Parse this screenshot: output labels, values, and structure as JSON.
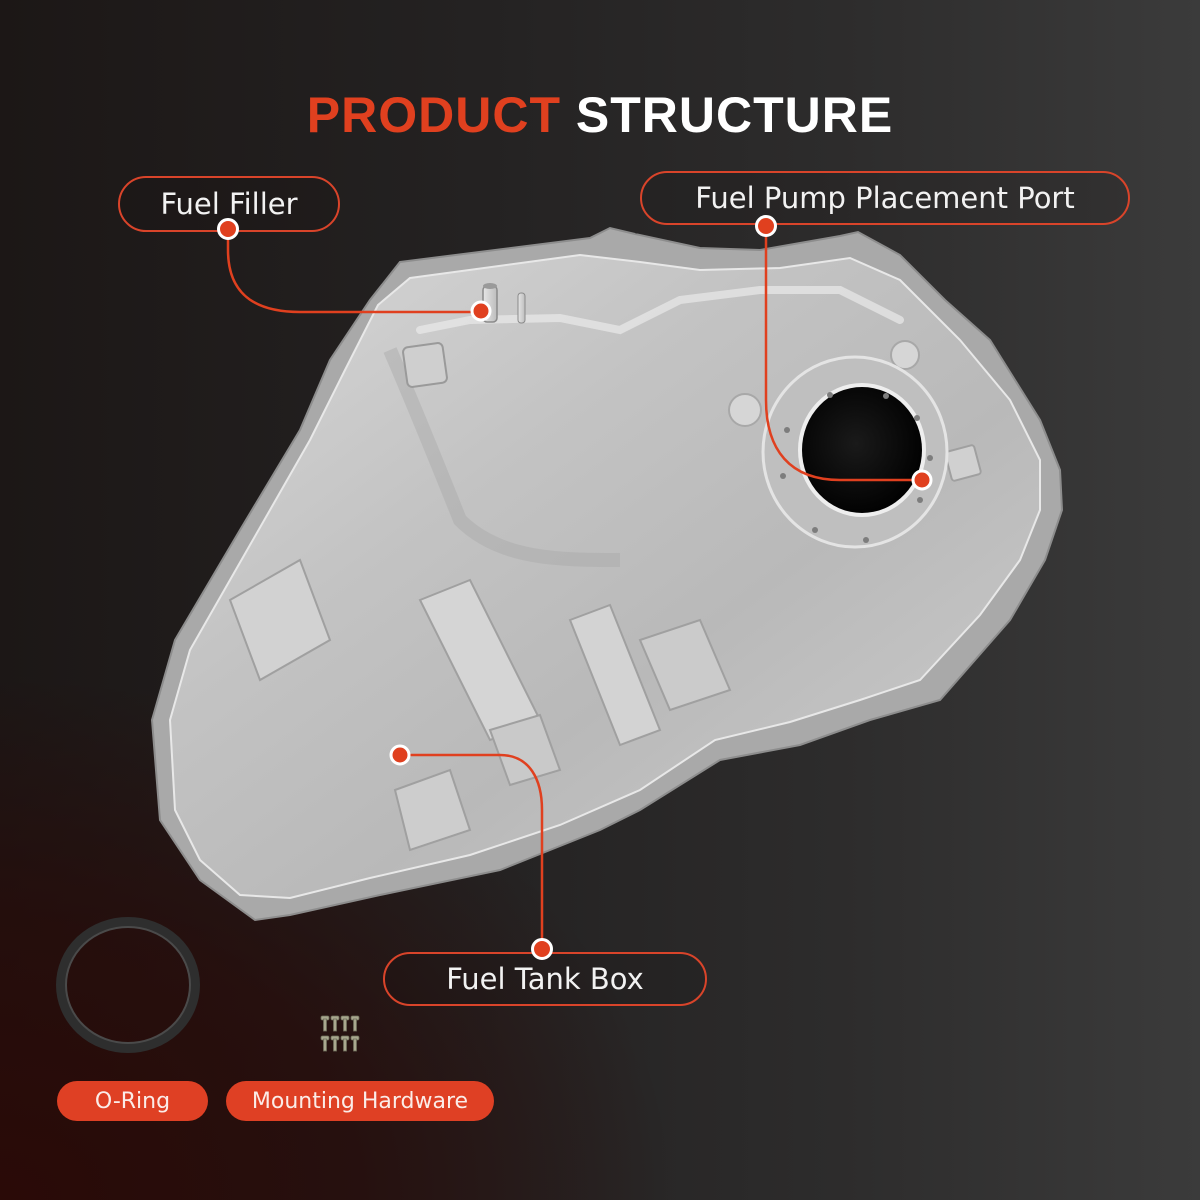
{
  "title": {
    "accent": "PRODUCT",
    "plain": "STRUCTURE"
  },
  "colors": {
    "accent": "#e0401f",
    "callout_border": "#d9442a",
    "text": "#f2f2f2",
    "tank_metal": "#c9c9c9"
  },
  "callouts": {
    "fuel_filler": "Fuel Filler",
    "fuel_pump_port": "Fuel Pump Placement Port",
    "fuel_tank_box": "Fuel Tank Box"
  },
  "accessories": {
    "o_ring": "O-Ring",
    "mounting_hardware": "Mounting Hardware"
  },
  "images": {
    "main_product": "fuel-tank",
    "accessory_1": "o-ring",
    "accessory_2": "bolts-x8"
  }
}
